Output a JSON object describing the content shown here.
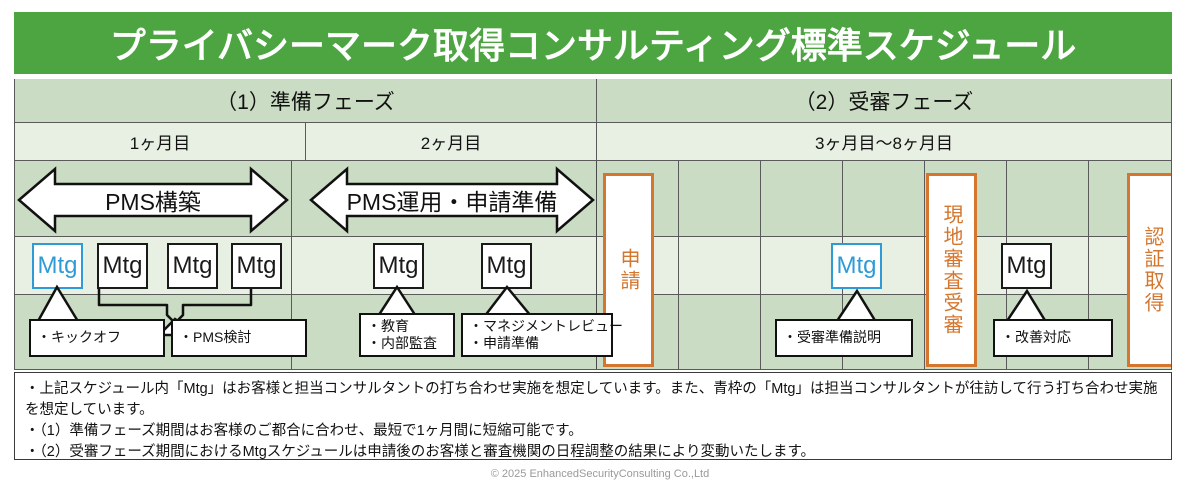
{
  "title": "プライバシーマーク取得コンサルティング標準スケジュール",
  "phases": [
    {
      "label": "（1）準備フェーズ"
    },
    {
      "label": "（2）受審フェーズ"
    }
  ],
  "months": [
    {
      "label": "1ヶ月目"
    },
    {
      "label": "2ヶ月目"
    },
    {
      "label": "3ヶ月目〜8ヶ月目"
    }
  ],
  "arrows": [
    {
      "label": "PMS構築"
    },
    {
      "label": "PMS運用・申請準備"
    }
  ],
  "mtg_boxes": [
    {
      "label": "Mtg",
      "style": "blue"
    },
    {
      "label": "Mtg",
      "style": "black"
    },
    {
      "label": "Mtg",
      "style": "black"
    },
    {
      "label": "Mtg",
      "style": "black"
    },
    {
      "label": "Mtg",
      "style": "black"
    },
    {
      "label": "Mtg",
      "style": "black"
    },
    {
      "label": "Mtg",
      "style": "blue"
    },
    {
      "label": "Mtg",
      "style": "black"
    }
  ],
  "milestones": [
    {
      "label": "申請"
    },
    {
      "label": "現地審査受審"
    },
    {
      "label": "認証取得"
    }
  ],
  "callouts": [
    {
      "lines": [
        "・キックオフ"
      ]
    },
    {
      "lines": [
        "・PMS検討"
      ]
    },
    {
      "lines": [
        "・教育",
        "・内部監査"
      ]
    },
    {
      "lines": [
        "・マネジメントレビュー",
        "・申請準備"
      ]
    },
    {
      "lines": [
        "・受審準備説明"
      ]
    },
    {
      "lines": [
        "・改善対応"
      ]
    }
  ],
  "notes": [
    "・上記スケジュール内「Mtg」はお客様と担当コンサルタントの打ち合わせ実施を想定しています。また、青枠の「Mtg」は担当コンサルタントが往訪して行う打ち合わせ実施を想定しています。",
    "・（1）準備フェーズ期間はお客様のご都合に合わせ、最短で1ヶ月間に短縮可能です。",
    "・（2）受審フェーズ期間におけるMtgスケジュールは申請後のお客様と審査機関の日程調整の結果により変動いたします。"
  ],
  "copyright": "© 2025 EnhancedSecurityConsulting Co.,Ltd",
  "colors": {
    "title_bar": "#4CA541",
    "band_dark": "#CBDCC4",
    "band_light": "#E8F0E4",
    "accent_orange": "#D4762E",
    "accent_blue": "#2E9BD6"
  }
}
